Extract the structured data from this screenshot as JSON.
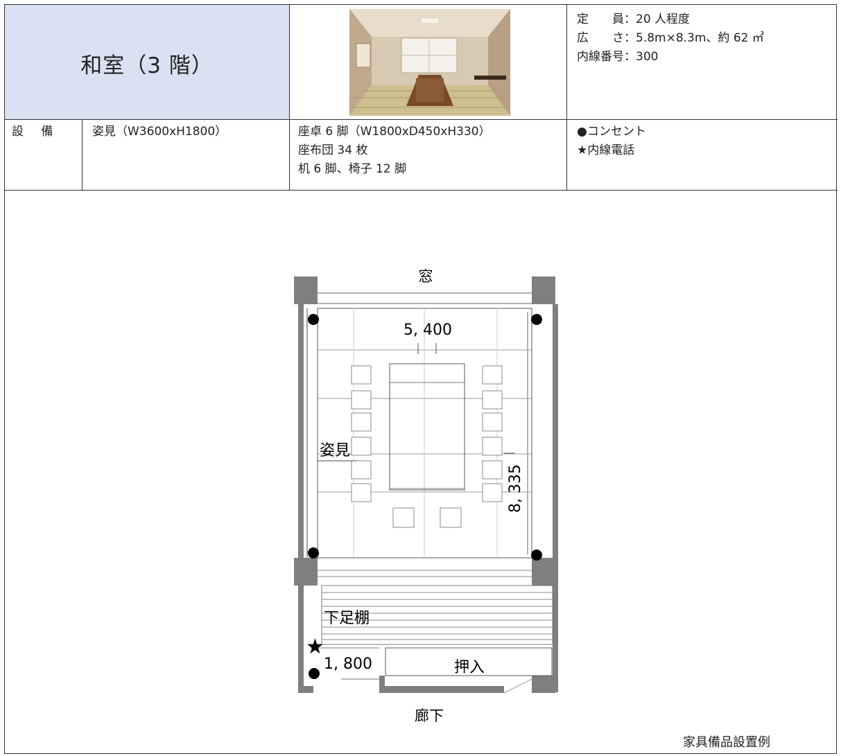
{
  "room": {
    "title": "和室（3 階）"
  },
  "info": {
    "capacity": "定　　員：20 人程度",
    "size": "広　　さ：5.8m×8.3m、約 62 ㎡",
    "extension": "内線番号：300"
  },
  "equipment": {
    "header": "設 備",
    "mirror": "姿見（W3600xH1800）",
    "items": [
      "座卓 6 脚（W1800xD450xH330）",
      "座布団 34 枚",
      "机 6 脚、椅子 12 脚"
    ],
    "legend": [
      "●コンセント",
      "★内線電話"
    ]
  },
  "plan": {
    "window": "窓",
    "width_dim": "5, 400",
    "mirror_label": "姿見",
    "depth_dim": "8, 335",
    "shoe_shelf": "下足棚",
    "door_dim": "1, 800",
    "closet": "押入",
    "corridor": "廊下"
  },
  "caption": "家具備品設置例",
  "colors": {
    "title_bg": "#d9e1f2",
    "wall": "#7f7f7f"
  }
}
